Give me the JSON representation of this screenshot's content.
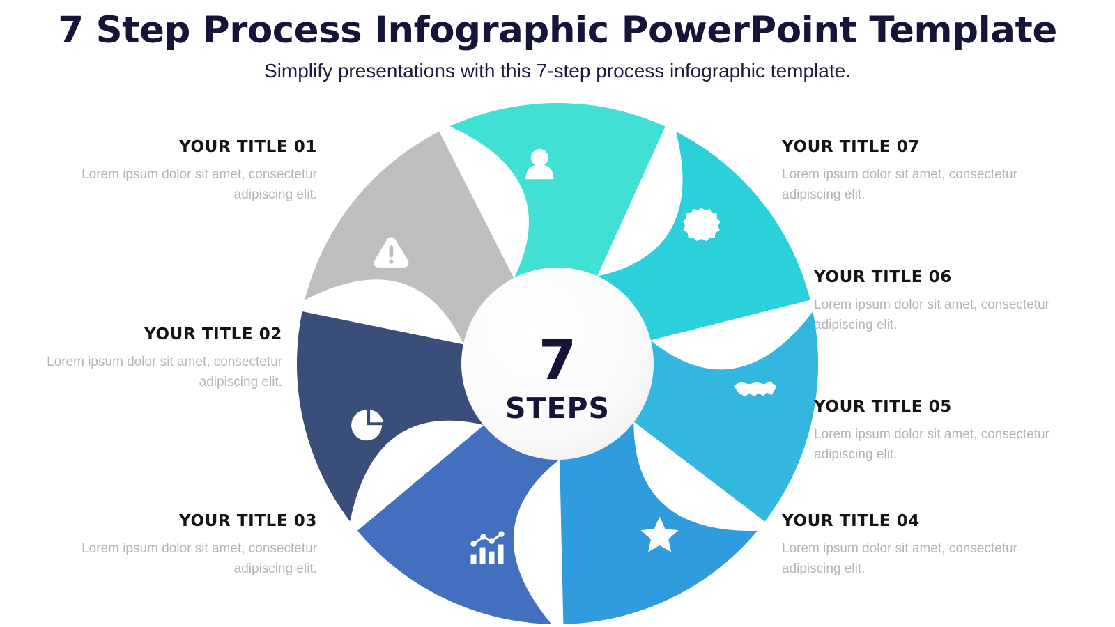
{
  "header": {
    "title": "7 Step Process Infographic PowerPoint Template",
    "subtitle": "Simplify presentations with this 7-step process infographic template."
  },
  "center": {
    "number": "7",
    "word": "STEPS",
    "fill": "#fbfbfb"
  },
  "colors": {
    "title": "#15153a",
    "subtitle": "#1b1b42",
    "label_title": "#141414",
    "label_body": "#b3b3b8",
    "background": "#ffffff"
  },
  "steps": [
    {
      "id": "01",
      "title": "YOUR TITLE 01",
      "body": "Lorem ipsum dolor sit amet, consectetur adipiscing elit.",
      "color": "#bebebe",
      "icon": "warning-triangle-icon",
      "side": "left"
    },
    {
      "id": "02",
      "title": "YOUR TITLE 02",
      "body": "Lorem ipsum dolor sit amet, consectetur adipiscing elit.",
      "color": "#394f79",
      "icon": "pie-chart-icon",
      "side": "left"
    },
    {
      "id": "03",
      "title": "YOUR TITLE 03",
      "body": "Lorem ipsum dolor sit amet, consectetur adipiscing elit.",
      "color": "#4270be",
      "icon": "bar-chart-growth-icon",
      "side": "left"
    },
    {
      "id": "04",
      "title": "YOUR TITLE 04",
      "body": "Lorem ipsum dolor sit amet, consectetur adipiscing elit.",
      "color": "#309bdd",
      "icon": "star-icon",
      "side": "right"
    },
    {
      "id": "05",
      "title": "YOUR TITLE 05",
      "body": "Lorem ipsum dolor sit amet, consectetur adipiscing elit.",
      "color": "#34b7de",
      "icon": "handshake-icon",
      "side": "right"
    },
    {
      "id": "06",
      "title": "YOUR TITLE 06",
      "body": "Lorem ipsum dolor sit amet, consectetur adipiscing elit.",
      "color": "#2bd0db",
      "icon": "gear-dollar-icon",
      "side": "right"
    },
    {
      "id": "07",
      "title": "YOUR TITLE 07",
      "body": "Lorem ipsum dolor sit amet, consectetur adipiscing elit.",
      "color": "#40e0d4",
      "icon": "user-silhouette-icon",
      "side": "right"
    }
  ]
}
